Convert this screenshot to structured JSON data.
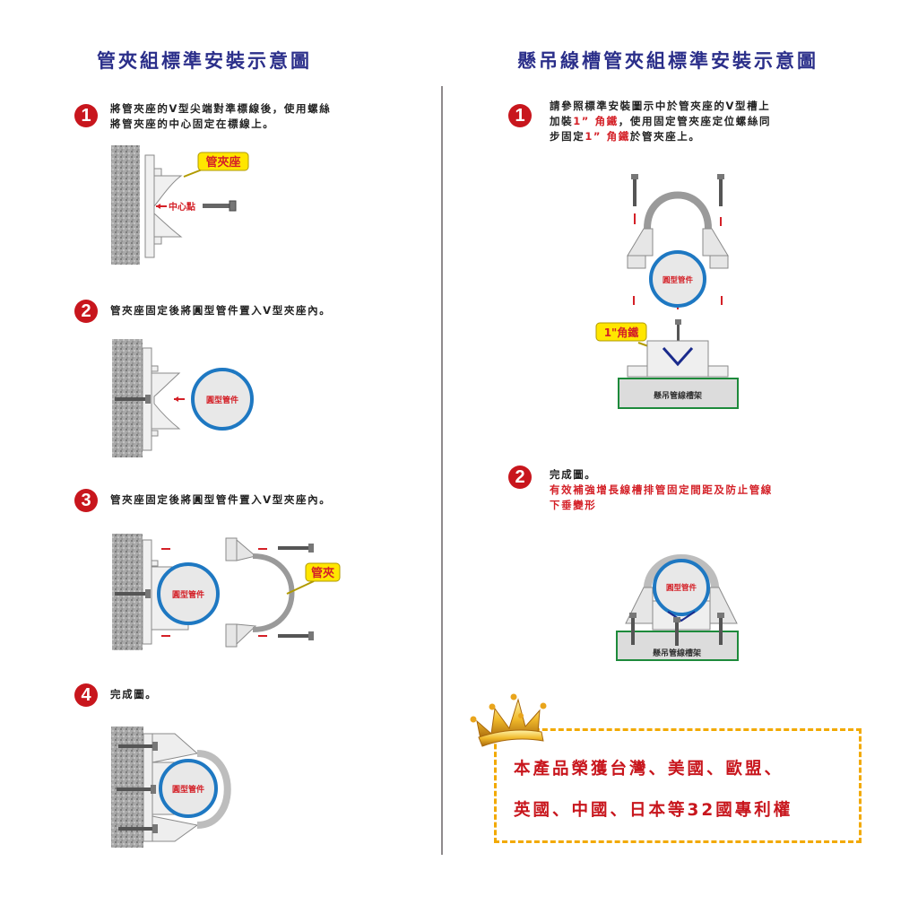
{
  "left": {
    "title": "管夾組標準安裝示意圖",
    "steps": [
      {
        "num": "1",
        "lines": [
          "將管夾座的V型尖端對準標線後，使用螺絲",
          "將管夾座的中心固定在標線上。"
        ]
      },
      {
        "num": "2",
        "lines": [
          "管夾座固定後將圓型管件置入V型夾座內。"
        ]
      },
      {
        "num": "3",
        "lines": [
          "管夾座固定後將圓型管件置入V型夾座內。"
        ]
      },
      {
        "num": "4",
        "lines": [
          "完成圖。"
        ]
      }
    ],
    "labels": {
      "clamp_base": "管夾座",
      "center_point": "中心點",
      "pipe": "圓型管件",
      "clamp": "管夾"
    }
  },
  "right": {
    "title": "懸吊線槽管夾組標準安裝示意圖",
    "step1": {
      "num": "1",
      "line1": "請參照標準安裝圖示中於管夾座的V型槽上",
      "line2_a": "加裝",
      "line2_b": "1” 角鐵",
      "line2_c": "，使用固定管夾座定位螺絲同",
      "line3_a": "步固定",
      "line3_b": "1” 角鐵",
      "line3_c": "於管夾座上。"
    },
    "step2": {
      "num": "2",
      "line1": "完成圖。",
      "note_lines": [
        "有效補強增長線槽排管固定間距及防止管線",
        "下垂變形"
      ]
    },
    "labels": {
      "pipe": "圓型管件",
      "angle_iron": "1\"角鐵",
      "tray": "懸吊管線槽架"
    }
  },
  "award": {
    "lines": [
      "本產品榮獲台灣、美國、歐盟、",
      "英國、中國、日本等32國專利權"
    ]
  },
  "colors": {
    "title": "#2b2f8a",
    "badge": "#c8161d",
    "accent_red": "#d42027",
    "pipe_blue": "#1e78c2",
    "callout_yellow": "#ffe600",
    "tray_green": "#1d8a3b",
    "award_border": "#f2a900"
  }
}
